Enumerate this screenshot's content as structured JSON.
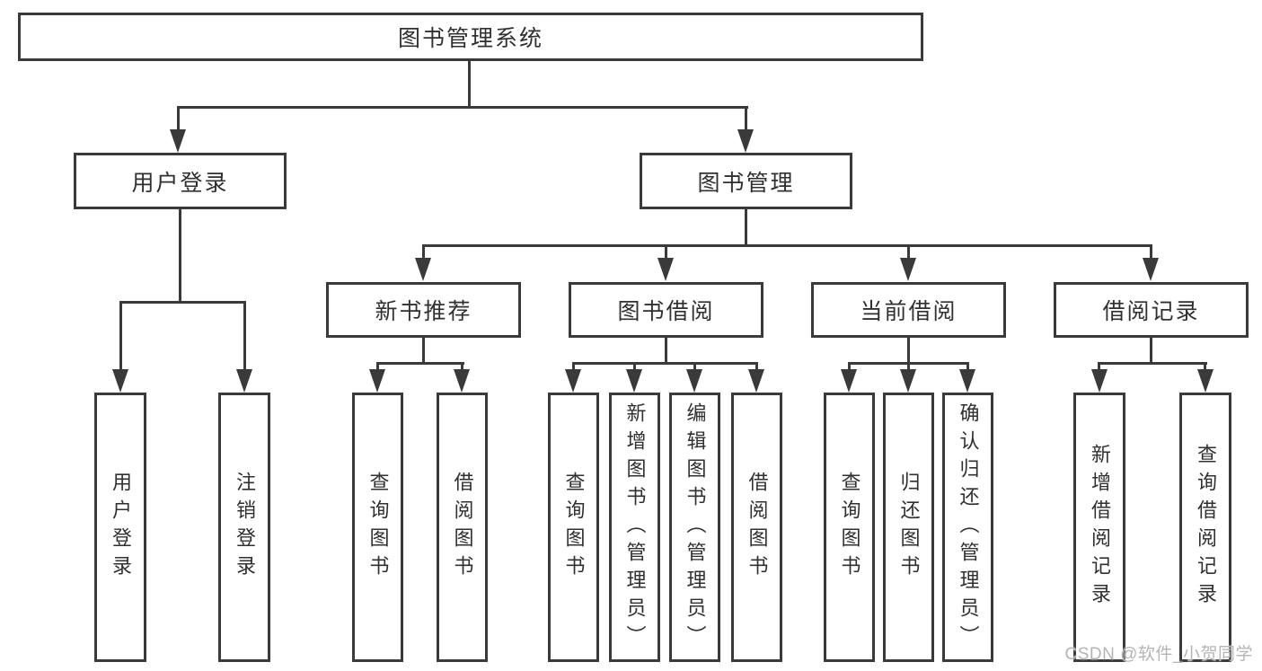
{
  "tree": {
    "label": "图书管理系统",
    "children": [
      {
        "label": "用户登录",
        "children": [
          {
            "label": "用户登录"
          },
          {
            "label": "注销登录"
          }
        ]
      },
      {
        "label": "图书管理",
        "children": [
          {
            "label": "新书推荐",
            "children": [
              {
                "label": "查询图书"
              },
              {
                "label": "借阅图书"
              }
            ]
          },
          {
            "label": "图书借阅",
            "children": [
              {
                "label": "查询图书"
              },
              {
                "label": "新增图书（管理员）"
              },
              {
                "label": "编辑图书（管理员）"
              },
              {
                "label": "借阅图书"
              }
            ]
          },
          {
            "label": "当前借阅",
            "children": [
              {
                "label": "查询图书"
              },
              {
                "label": "归还图书"
              },
              {
                "label": "确认归还（管理员）"
              }
            ]
          },
          {
            "label": "借阅记录",
            "children": [
              {
                "label": "新增借阅记录"
              },
              {
                "label": "查询借阅记录"
              }
            ]
          }
        ]
      }
    ]
  },
  "watermark": "CSDN @软件_小贺同学",
  "colors": {
    "line": "#3a3a3a",
    "text": "#303030",
    "watermark": "#b5b5b5",
    "background": "#ffffff"
  }
}
